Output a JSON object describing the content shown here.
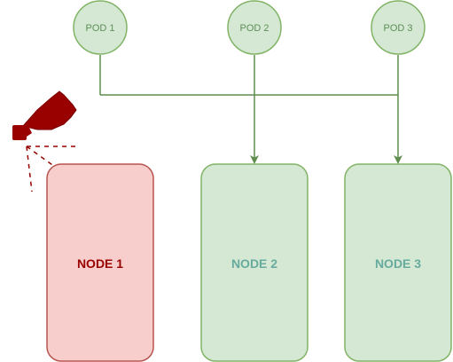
{
  "colors": {
    "pod_fill": "#d5e8d4",
    "pod_stroke": "#82b366",
    "pod_text": "#5e8f57",
    "edge_stroke": "#5f8d4e",
    "node_healthy_fill": "#d5e8d4",
    "node_healthy_stroke": "#82b366",
    "node_healthy_text": "#67ab9f",
    "node_tainted_fill": "#f8cecc",
    "node_tainted_stroke": "#b85450",
    "node_tainted_text": "#990000",
    "spray_fill": "#990000",
    "spray_mist": "#990000"
  },
  "pods": [
    {
      "id": "pod1",
      "label": "POD 1"
    },
    {
      "id": "pod2",
      "label": "POD 2"
    },
    {
      "id": "pod3",
      "label": "POD 3"
    }
  ],
  "nodes": [
    {
      "id": "node1",
      "label": "NODE 1",
      "status": "tainted"
    },
    {
      "id": "node2",
      "label": "NODE 2",
      "status": "healthy"
    },
    {
      "id": "node3",
      "label": "NODE 3",
      "status": "healthy"
    }
  ],
  "icons": {
    "taint": "spray-bottle-icon"
  }
}
